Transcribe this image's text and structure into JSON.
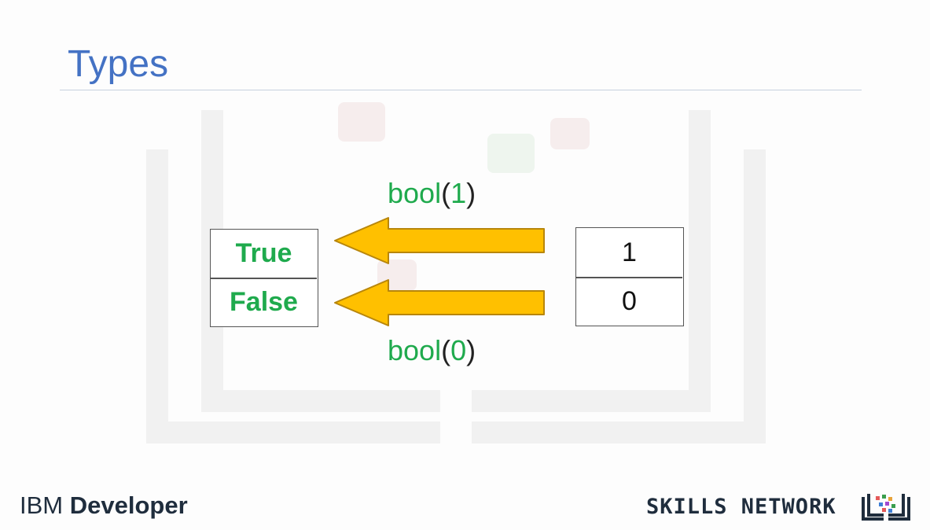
{
  "slide": {
    "title": "Types"
  },
  "diagram": {
    "top_call": {
      "func": "bool",
      "open": "(",
      "arg": "1",
      "close": ")"
    },
    "bottom_call": {
      "func": "bool",
      "open": "(",
      "arg": "0",
      "close": ")"
    },
    "left_table": [
      "True",
      "False"
    ],
    "right_table": [
      "1",
      "0"
    ],
    "colors": {
      "green": "#1faa4d",
      "arrow_fill": "#ffc000",
      "arrow_stroke": "#b8860b",
      "title_blue": "#4472c4"
    }
  },
  "footer": {
    "left_brand": "IBM",
    "left_product": "Developer",
    "right_brand": "SKILLS NETWORK",
    "logo_icon": "skills-network-book-icon"
  }
}
